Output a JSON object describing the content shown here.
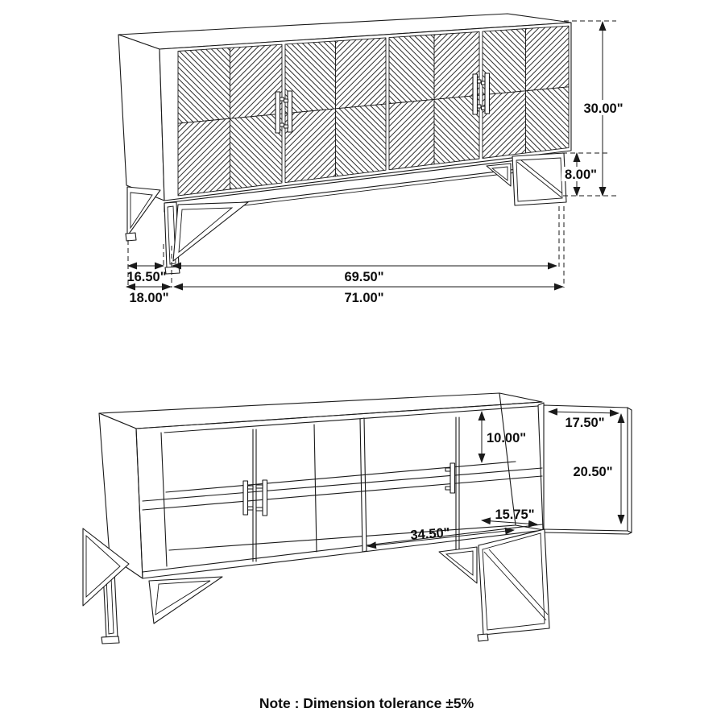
{
  "note": "Note : Dimension tolerance ±5%",
  "front_view": {
    "dims": {
      "overall_height": "30.00\"",
      "leg_height": "8.00\"",
      "leg_depth": "16.50\"",
      "inner_width": "69.50\"",
      "overall_depth": "18.00\"",
      "overall_width": "71.00\""
    }
  },
  "interior_view": {
    "dims": {
      "door_width": "17.50\"",
      "door_height": "20.50\"",
      "upper_compartment_height": "10.00\"",
      "interior_depth": "15.75\"",
      "compartment_width": "34.50\""
    }
  },
  "colors": {
    "line": "#1a1a1a",
    "background": "#ffffff"
  }
}
